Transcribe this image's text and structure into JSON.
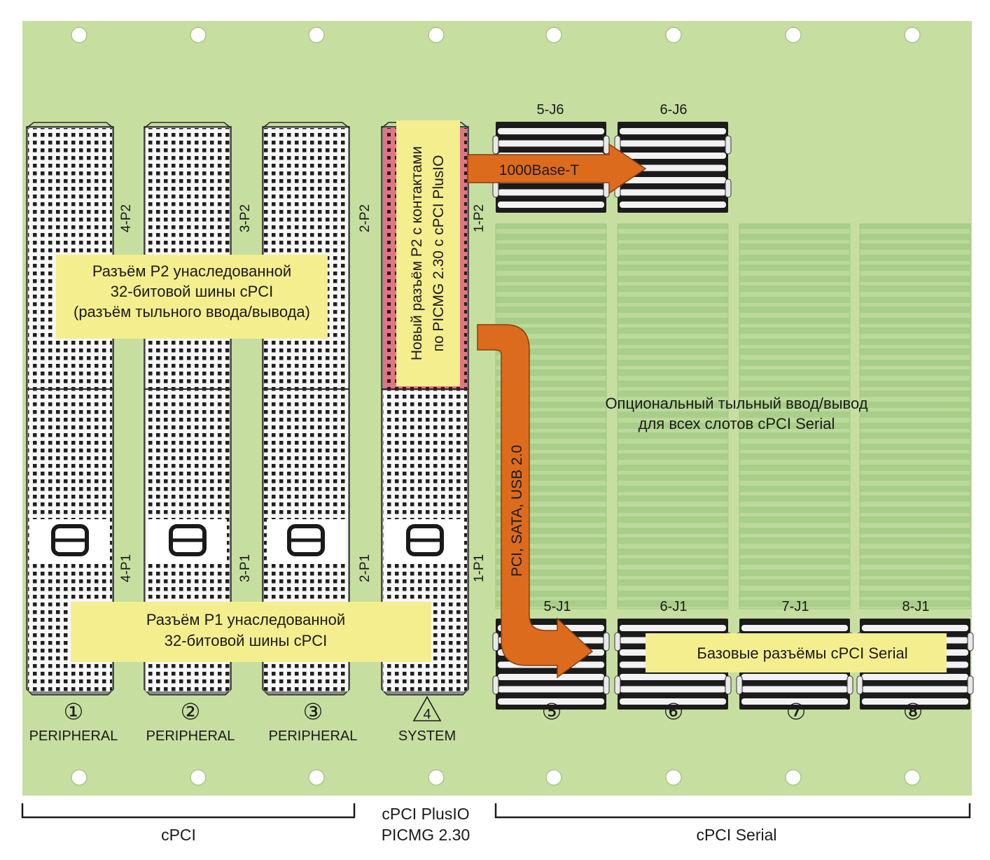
{
  "colors": {
    "board": "#c6dfa0",
    "connector_fill": "#f6f6f6",
    "connector_dots": "#1e1e1e",
    "plusio_pins": "#e0727f",
    "arrow": "#dd6b1e",
    "callout": "#f5ee8f",
    "ghost": "#a8cf88"
  },
  "slots": [
    {
      "num": "①",
      "role": "PERIPHERAL",
      "p2": "4-P2",
      "p1": "4-P1"
    },
    {
      "num": "②",
      "role": "PERIPHERAL",
      "p2": "3-P2",
      "p1": "3-P1"
    },
    {
      "num": "③",
      "role": "PERIPHERAL",
      "p2": "2-P2",
      "p1": "2-P1"
    },
    {
      "num": "4",
      "role": "SYSTEM",
      "p2": "1-P2",
      "p1": "1-P1"
    },
    {
      "num": "⑤",
      "top": "5-J6",
      "bottom": "5-J1"
    },
    {
      "num": "⑥",
      "top": "6-J6",
      "bottom": "6-J1"
    },
    {
      "num": "⑦",
      "bottom": "7-J1"
    },
    {
      "num": "⑧",
      "bottom": "8-J1"
    }
  ],
  "callouts": {
    "p2_legacy": [
      "Разъём P2 унаследованной",
      "32-битовой шины cPCI",
      "(разъём тыльного ввода/вывода)"
    ],
    "p1_legacy": [
      "Разъём P1 унаследованной",
      "32-битовой шины cPCI"
    ],
    "plusio_new": [
      "Новый разъём P2 с контактами",
      "по PICMG 2.30 с cPCI PlusIO"
    ],
    "serial_base": "Базовые разъёмы cPCI Serial",
    "optional_rear": [
      "Опциональный тыльный ввод/вывод",
      "для всех слотов cPCI Serial"
    ]
  },
  "arrows": {
    "ethernet": "1000Base-T",
    "bus": "PCI, SATA, USB 2.0"
  },
  "groups": {
    "cpci": "cPCI",
    "plusio": [
      "cPCI PlusIO",
      "PICMG 2.30"
    ],
    "serial": "cPCI Serial"
  }
}
